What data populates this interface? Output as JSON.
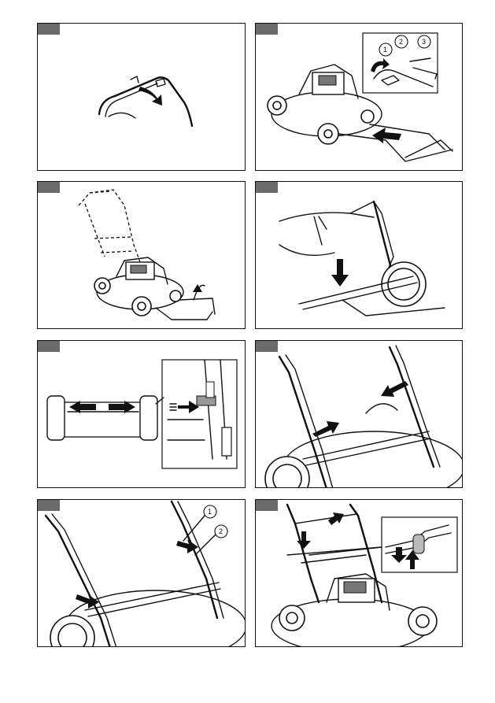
{
  "document": {
    "panels": [
      {
        "id": "1",
        "description_icon": "handle-fold-icon"
      },
      {
        "id": "2",
        "description_icon": "handle-mount-icon"
      },
      {
        "id": "3",
        "description_icon": "handle-unfold-icon"
      },
      {
        "id": "4",
        "description_icon": "handle-lower-icon"
      },
      {
        "id": "5",
        "description_icon": "handle-bracket-icon"
      },
      {
        "id": "6",
        "description_icon": "handle-insert-icon"
      },
      {
        "id": "7",
        "description_icon": "handle-detail-icon"
      },
      {
        "id": "8",
        "description_icon": "handle-lock-icon"
      }
    ],
    "callouts": {
      "panel2": [
        "1",
        "2",
        "3"
      ],
      "panel7": [
        "1",
        "2"
      ]
    },
    "colors": {
      "border": "#111111",
      "tag": "#6b6b6b",
      "arrow": "#111111"
    }
  }
}
